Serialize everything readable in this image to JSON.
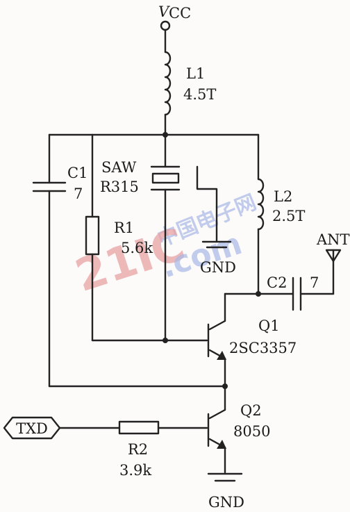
{
  "supply": {
    "label": "V",
    "subscript": "CC"
  },
  "components": {
    "L1": {
      "name": "L1",
      "value": "4.5T"
    },
    "C1": {
      "name": "C1",
      "value": "7"
    },
    "SAW": {
      "name": "SAW",
      "value": "R315"
    },
    "L2": {
      "name": "L2",
      "value": "2.5T"
    },
    "R1": {
      "name": "R1",
      "value": "5.6k"
    },
    "C2": {
      "name": "C2",
      "value": "7"
    },
    "Q1": {
      "name": "Q1",
      "value": "2SC3357"
    },
    "Q2": {
      "name": "Q2",
      "value": "8050"
    },
    "R2": {
      "name": "R2",
      "value": "3.9k"
    }
  },
  "antenna": "ANT",
  "input": "TXD",
  "grounds": [
    "GND",
    "GND"
  ],
  "watermark": {
    "line1": "中国电子网",
    "line2": "21IC",
    "line3": ".com"
  },
  "colors": {
    "wire": "#222222",
    "background": "#fdfbfa",
    "watermark_red": "#e8a2a2",
    "watermark_blue": "#a9b8e6"
  }
}
